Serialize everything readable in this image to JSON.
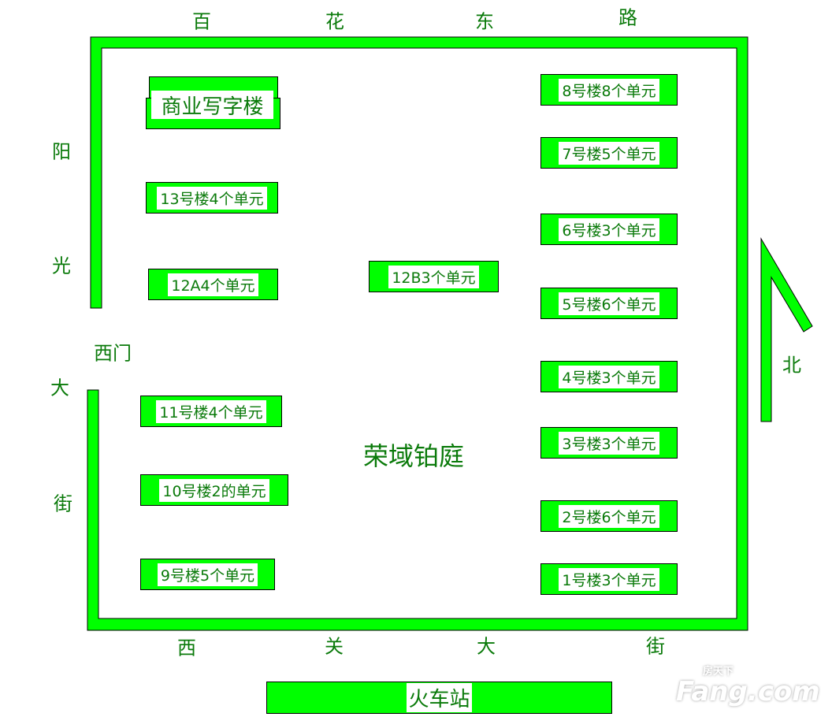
{
  "title": "荣域铂庭",
  "roads": {
    "north": [
      "百",
      "花",
      "东",
      "路"
    ],
    "west": [
      "阳",
      "光",
      "大",
      "街"
    ],
    "south": [
      "西",
      "关",
      "大",
      "街"
    ]
  },
  "west_gate": "西门",
  "north_label": "北",
  "station": "火车站",
  "buildings": {
    "office": "商业写字楼",
    "b13": "13号楼4个单元",
    "b12a": "12A4个单元",
    "b12b": "12B3个单元",
    "b11": "11号楼4个单元",
    "b10": "10号楼2的单元",
    "b9": "9号楼5个单元",
    "b8": "8号楼8个单元",
    "b7": "7号楼5个单元",
    "b6": "6号楼3个单元",
    "b5": "5号楼6个单元",
    "b4": "4号楼3个单元",
    "b3": "3号楼3个单元",
    "b2": "2号楼6个单元",
    "b1": "1号楼3个单元"
  },
  "watermark": {
    "brand": "Fang.com",
    "cn": "房天下"
  },
  "colors": {
    "wall": "#00ff00",
    "text": "#0a7a0a"
  }
}
